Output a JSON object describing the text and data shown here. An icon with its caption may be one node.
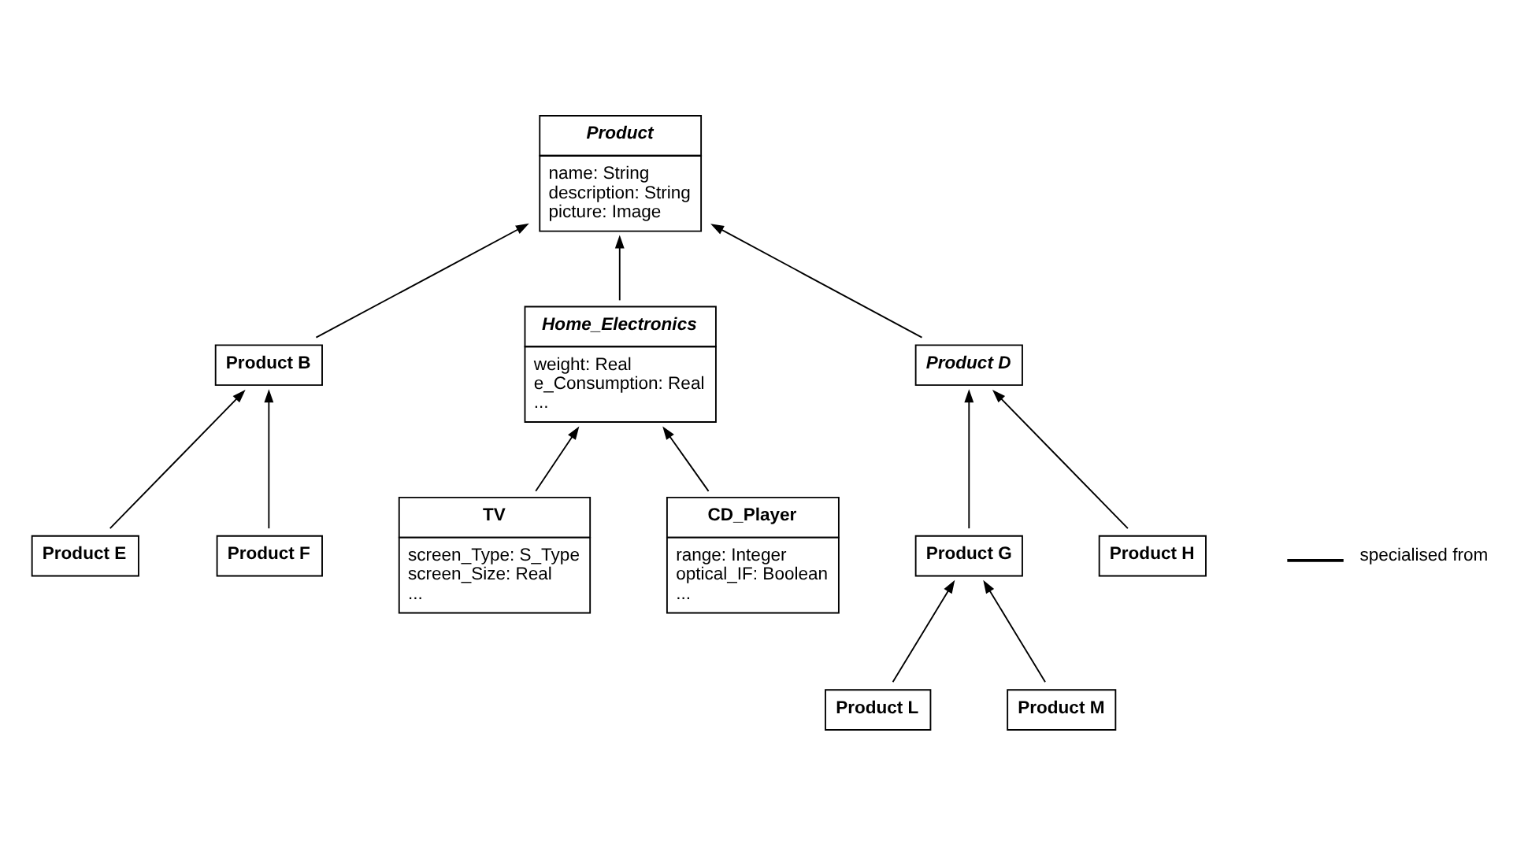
{
  "diagram": {
    "nodes": [
      {
        "text": [
          "Product",
          "name: String",
          "description: String",
          "picture: Image"
        ]
      },
      {
        "text": [
          "Product B"
        ]
      },
      {
        "text": [
          "Home_Electronics",
          "weight: Real",
          "e_Consumption: Real",
          "..."
        ]
      },
      {
        "text": [
          "Product D"
        ]
      },
      {
        "text": [
          "Product E"
        ]
      },
      {
        "text": [
          "Product F"
        ]
      },
      {
        "text": [
          "Product G"
        ]
      },
      {
        "text": [
          "Product H"
        ]
      },
      {
        "text": [
          "TV",
          "screen_Type: S_Type",
          "screen_Size: Real",
          "..."
        ]
      },
      {
        "text": [
          "CD_Player",
          "range: Integer",
          "optical_IF: Boolean",
          "..."
        ]
      },
      {
        "text": [
          "Product L"
        ]
      },
      {
        "text": [
          "Product M"
        ]
      }
    ],
    "edges": [
      {
        "from": 1,
        "to": 0,
        "arrow": "to"
      },
      {
        "from": 2,
        "to": 0,
        "arrow": "to"
      },
      {
        "from": 3,
        "to": 0,
        "arrow": "to"
      },
      {
        "from": 4,
        "to": 1,
        "arrow": "to"
      },
      {
        "from": 5,
        "to": 1,
        "arrow": "to"
      },
      {
        "from": 8,
        "to": 2,
        "arrow": "to"
      },
      {
        "from": 9,
        "to": 2,
        "arrow": "to"
      },
      {
        "from": 6,
        "to": 3,
        "arrow": "to"
      },
      {
        "from": 7,
        "to": 3,
        "arrow": "to"
      },
      {
        "from": 10,
        "to": 6,
        "arrow": "to"
      },
      {
        "from": 11,
        "to": 6,
        "arrow": "to"
      }
    ],
    "legend": [
      {
        "text": "specialised from"
      }
    ]
  }
}
